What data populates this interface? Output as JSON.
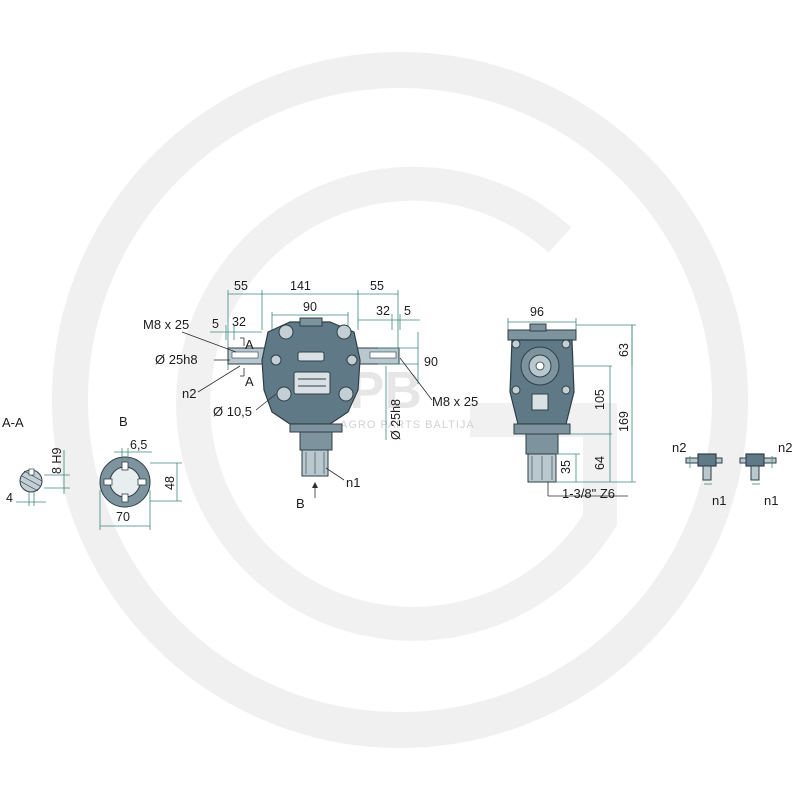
{
  "watermark": {
    "logo": "APB",
    "tagline": "AGRO PARTS BALTIJA"
  },
  "colors": {
    "housing": "#5f7a86",
    "housing_light": "#7d949e",
    "shaft": "#b9c8cf",
    "dimension_line": "#3c8a7a",
    "watermark": "#e6e6e6"
  },
  "section_aa": {
    "title": "A-A",
    "dim_h9": "8 H9",
    "dim_4": "4"
  },
  "view_b": {
    "title": "B",
    "dim_65": "6,5",
    "dim_48": "48",
    "dim_70": "70"
  },
  "front_view": {
    "dim_55_left": "55",
    "dim_141": "141",
    "dim_55_right": "55",
    "dim_90_top": "90",
    "dim_32_left": "32",
    "dim_32_right": "32",
    "dim_5_left": "5",
    "dim_5_right": "5",
    "thread_left": "M8 x 25",
    "thread_right": "M8 x 25",
    "shaft_left": "Ø 25h8",
    "shaft_right": "Ø 25h8",
    "dim_90_side": "90",
    "bore": "Ø 10,5",
    "marker_a_top": "A",
    "marker_a_bottom": "A",
    "label_n2": "n2",
    "label_n1": "n1",
    "label_b": "B"
  },
  "side_view": {
    "dim_96": "96",
    "dim_63": "63",
    "dim_105": "105",
    "dim_169": "169",
    "dim_64": "64",
    "dim_35": "35",
    "spline": "1-3/8\" Z6"
  },
  "rotation": {
    "left": {
      "n2": "n2",
      "n1": "n1"
    },
    "right": {
      "n2": "n2",
      "n1": "n1"
    }
  }
}
